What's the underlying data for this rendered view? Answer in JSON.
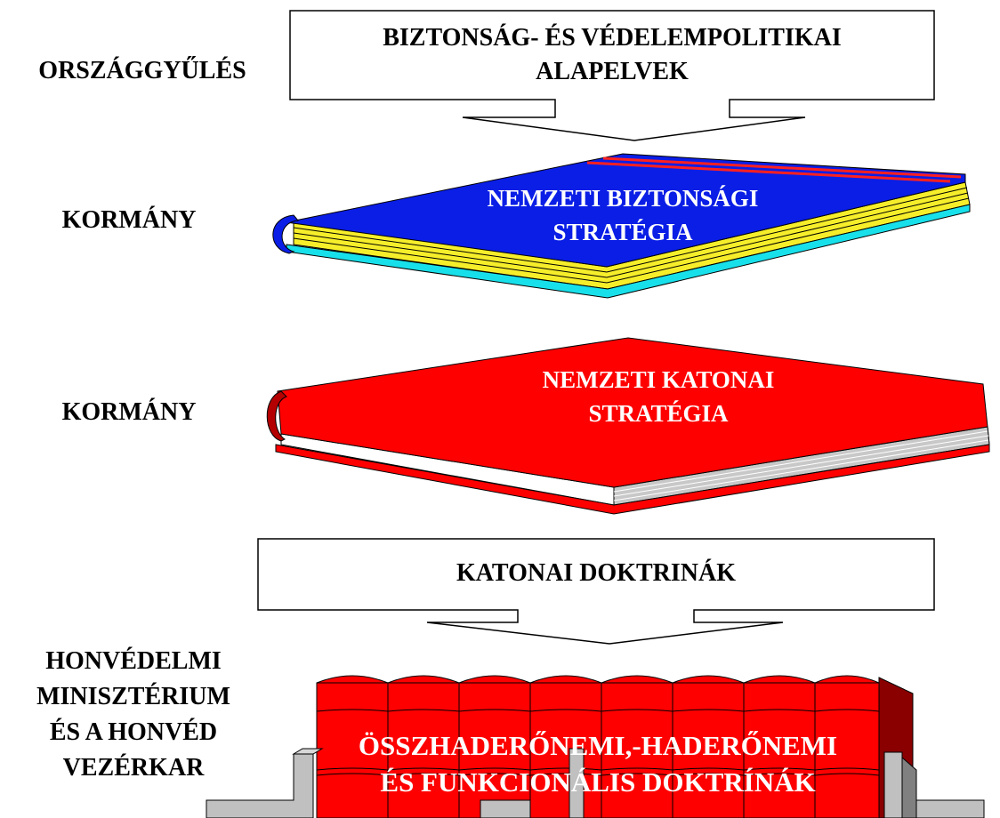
{
  "levels": [
    {
      "org": "ORSZÁGGYŰLÉS",
      "document": [
        "BIZTONSÁG- ÉS VÉDELEMPOLITIKAI",
        "ALAPELVEK"
      ]
    },
    {
      "org": "KORMÁNY",
      "document": [
        "NEMZETI BIZTONSÁGI",
        "STRATÉGIA"
      ]
    },
    {
      "org": "KORMÁNY",
      "document": [
        "NEMZETI KATONAI",
        "STRATÉGIA"
      ]
    },
    {
      "org_callout": "KATONAI DOKTRINÁK"
    },
    {
      "org": [
        "HONVÉDELMI",
        "MINISZTÉRIUM",
        "ÉS A HONVÉD",
        "VEZÉRKAR"
      ],
      "document": [
        "ÖSSZHADERŐNEMI,-HADERŐNEMI",
        "ÉS FUNKCIONÁLIS DOKTRÍNÁK"
      ]
    }
  ],
  "colors": {
    "blue_cover": "#0a1ee6",
    "red_cover": "#ff0000",
    "pages_yellow": "#f6ee2a",
    "pages_cyan": "#18e0ea",
    "stripe_red": "#ff2020",
    "gray_bracket": "#c0c0c0",
    "dark_red_spine": "#8a0000"
  }
}
